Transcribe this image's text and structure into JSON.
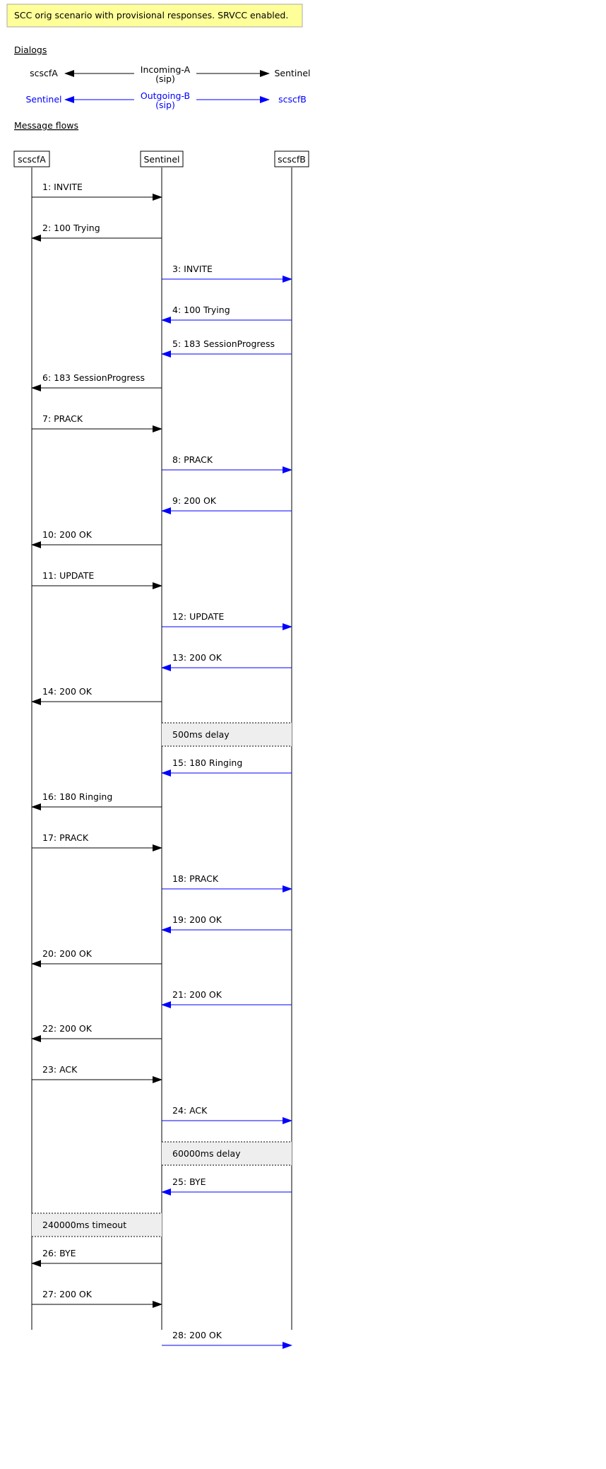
{
  "title": "SCC orig scenario with provisional responses. SRVCC enabled.",
  "sections": {
    "dialogs": "Dialogs",
    "flows": "Message flows"
  },
  "colors": {
    "black": "#000000",
    "blue": "#0000ff",
    "note_fill": "#ffff99",
    "note_border": "#aaaaaa",
    "delay_fill": "#eeeeee"
  },
  "dialogs": [
    {
      "left": "scscfA",
      "label_line1": "Incoming-A",
      "label_line2": "(sip)",
      "right": "Sentinel",
      "color": "black"
    },
    {
      "left": "Sentinel",
      "label_line1": "Outgoing-B",
      "label_line2": "(sip)",
      "right": "scscfB",
      "color": "blue"
    }
  ],
  "participants": [
    "scscfA",
    "Sentinel",
    "scscfB"
  ],
  "flows": [
    {
      "type": "msg",
      "label": "1: INVITE",
      "from": 0,
      "to": 1,
      "color": "black"
    },
    {
      "type": "msg",
      "label": "2: 100 Trying",
      "from": 1,
      "to": 0,
      "color": "black"
    },
    {
      "type": "msg",
      "label": "3: INVITE",
      "from": 1,
      "to": 2,
      "color": "blue"
    },
    {
      "type": "msg",
      "label": "4: 100 Trying",
      "from": 2,
      "to": 1,
      "color": "blue"
    },
    {
      "type": "msg",
      "label": "5: 183 SessionProgress",
      "from": 2,
      "to": 1,
      "color": "blue"
    },
    {
      "type": "msg",
      "label": "6: 183 SessionProgress",
      "from": 1,
      "to": 0,
      "color": "black"
    },
    {
      "type": "msg",
      "label": "7: PRACK",
      "from": 0,
      "to": 1,
      "color": "black"
    },
    {
      "type": "msg",
      "label": "8: PRACK",
      "from": 1,
      "to": 2,
      "color": "blue"
    },
    {
      "type": "msg",
      "label": "9: 200 OK",
      "from": 2,
      "to": 1,
      "color": "blue"
    },
    {
      "type": "msg",
      "label": "10: 200 OK",
      "from": 1,
      "to": 0,
      "color": "black"
    },
    {
      "type": "msg",
      "label": "11: UPDATE",
      "from": 0,
      "to": 1,
      "color": "black"
    },
    {
      "type": "msg",
      "label": "12: UPDATE",
      "from": 1,
      "to": 2,
      "color": "blue"
    },
    {
      "type": "msg",
      "label": "13: 200 OK",
      "from": 2,
      "to": 1,
      "color": "blue"
    },
    {
      "type": "msg",
      "label": "14: 200 OK",
      "from": 1,
      "to": 0,
      "color": "black"
    },
    {
      "type": "delay",
      "label": "500ms delay",
      "from": 1,
      "to": 2
    },
    {
      "type": "msg",
      "label": "15: 180 Ringing",
      "from": 2,
      "to": 1,
      "color": "blue"
    },
    {
      "type": "msg",
      "label": "16: 180 Ringing",
      "from": 1,
      "to": 0,
      "color": "black"
    },
    {
      "type": "msg",
      "label": "17: PRACK",
      "from": 0,
      "to": 1,
      "color": "black"
    },
    {
      "type": "msg",
      "label": "18: PRACK",
      "from": 1,
      "to": 2,
      "color": "blue"
    },
    {
      "type": "msg",
      "label": "19: 200 OK",
      "from": 2,
      "to": 1,
      "color": "blue"
    },
    {
      "type": "msg",
      "label": "20: 200 OK",
      "from": 1,
      "to": 0,
      "color": "black"
    },
    {
      "type": "msg",
      "label": "21: 200 OK",
      "from": 2,
      "to": 1,
      "color": "blue"
    },
    {
      "type": "msg",
      "label": "22: 200 OK",
      "from": 1,
      "to": 0,
      "color": "black"
    },
    {
      "type": "msg",
      "label": "23: ACK",
      "from": 0,
      "to": 1,
      "color": "black"
    },
    {
      "type": "msg",
      "label": "24: ACK",
      "from": 1,
      "to": 2,
      "color": "blue"
    },
    {
      "type": "delay",
      "label": "60000ms delay",
      "from": 1,
      "to": 2
    },
    {
      "type": "msg",
      "label": "25: BYE",
      "from": 2,
      "to": 1,
      "color": "blue"
    },
    {
      "type": "delay",
      "label": "240000ms timeout",
      "from": 0,
      "to": 1
    },
    {
      "type": "msg",
      "label": "26: BYE",
      "from": 1,
      "to": 0,
      "color": "black"
    },
    {
      "type": "msg",
      "label": "27: 200 OK",
      "from": 0,
      "to": 1,
      "color": "black"
    },
    {
      "type": "msg",
      "label": "28: 200 OK",
      "from": 1,
      "to": 2,
      "color": "blue"
    }
  ]
}
